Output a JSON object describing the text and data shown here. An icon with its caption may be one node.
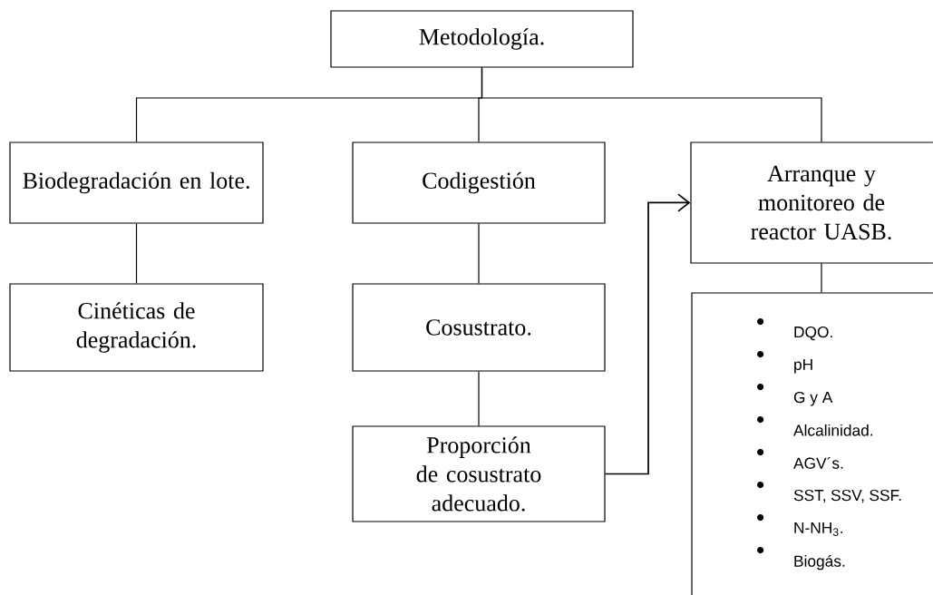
{
  "diagram": {
    "nodes": [
      {
        "text": [
          "Metodología."
        ]
      },
      {
        "text": [
          "Biodegradación en lote."
        ]
      },
      {
        "text": [
          "Codigestión"
        ]
      },
      {
        "text": [
          "Arranque y monitoreo de reactor UASB."
        ]
      },
      {
        "text": [
          "Cinéticas de degradación."
        ]
      },
      {
        "text": [
          "Cosustrato."
        ]
      },
      {
        "text": [
          "Proporción de cosustrato adecuado."
        ]
      },
      {
        "text": [
          "DQO.",
          "pH",
          "G y A",
          "Alcalinidad.",
          "AGV´s.",
          "SST, SSV, SSF.",
          "N-NH$_{3}$.",
          "Biogás."
        ]
      }
    ],
    "edges": [
      {
        "from": 0,
        "to": 1,
        "arrow": "none"
      },
      {
        "from": 0,
        "to": 2,
        "arrow": "none"
      },
      {
        "from": 0,
        "to": 3,
        "arrow": "none"
      },
      {
        "from": 1,
        "to": 4,
        "arrow": "none"
      },
      {
        "from": 2,
        "to": 5,
        "arrow": "none"
      },
      {
        "from": 5,
        "to": 6,
        "arrow": "none"
      },
      {
        "from": 6,
        "to": 3,
        "arrow": "to"
      },
      {
        "from": 3,
        "to": 7,
        "arrow": "none"
      }
    ]
  }
}
